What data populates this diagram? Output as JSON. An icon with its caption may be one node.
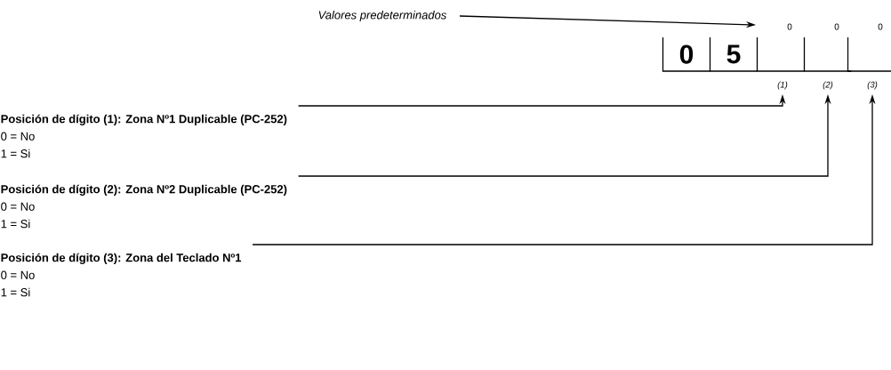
{
  "diagram": {
    "nodes": [
      {
        "text": [
          "Valores predeterminados"
        ]
      },
      {
        "text": [
          "0"
        ]
      },
      {
        "text": [
          "5"
        ]
      },
      {
        "text": [],
        "shape": "box",
        "beside": [
          "0"
        ]
      },
      {
        "text": [],
        "shape": "box",
        "beside": [
          "0"
        ]
      },
      {
        "text": [],
        "shape": "box",
        "beside": [
          "0"
        ]
      },
      {
        "text": [
          "(1)"
        ]
      },
      {
        "text": [
          "(2)"
        ]
      },
      {
        "text": [
          "(3)"
        ]
      },
      {
        "text": [
          "Posición de dígito (1): Zona Nº1 Duplicable (PC-252)",
          "0 = No",
          "1 = Si"
        ]
      },
      {
        "text": [
          "Posición de dígito (2): Zona Nº2 Duplicable (PC-252)",
          "0 = No",
          "1 = Si"
        ]
      },
      {
        "text": [
          "Posición de dígito (3): Zona del Teclado Nº1",
          "0 = No",
          "1 = Si"
        ]
      }
    ],
    "edges": [
      {
        "from": 0,
        "to": null,
        "arrow": "to"
      },
      {
        "from": 9,
        "to": 6,
        "arrow": "to"
      },
      {
        "from": 10,
        "to": 7,
        "arrow": "to"
      },
      {
        "from": 11,
        "to": 8,
        "arrow": "to"
      }
    ]
  }
}
